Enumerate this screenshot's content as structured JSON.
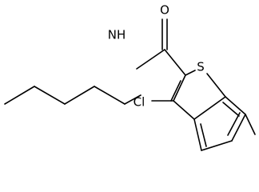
{
  "molecule": {
    "atoms": {
      "O": "O",
      "NH": "NH",
      "S": "S",
      "Cl": "Cl"
    }
  }
}
